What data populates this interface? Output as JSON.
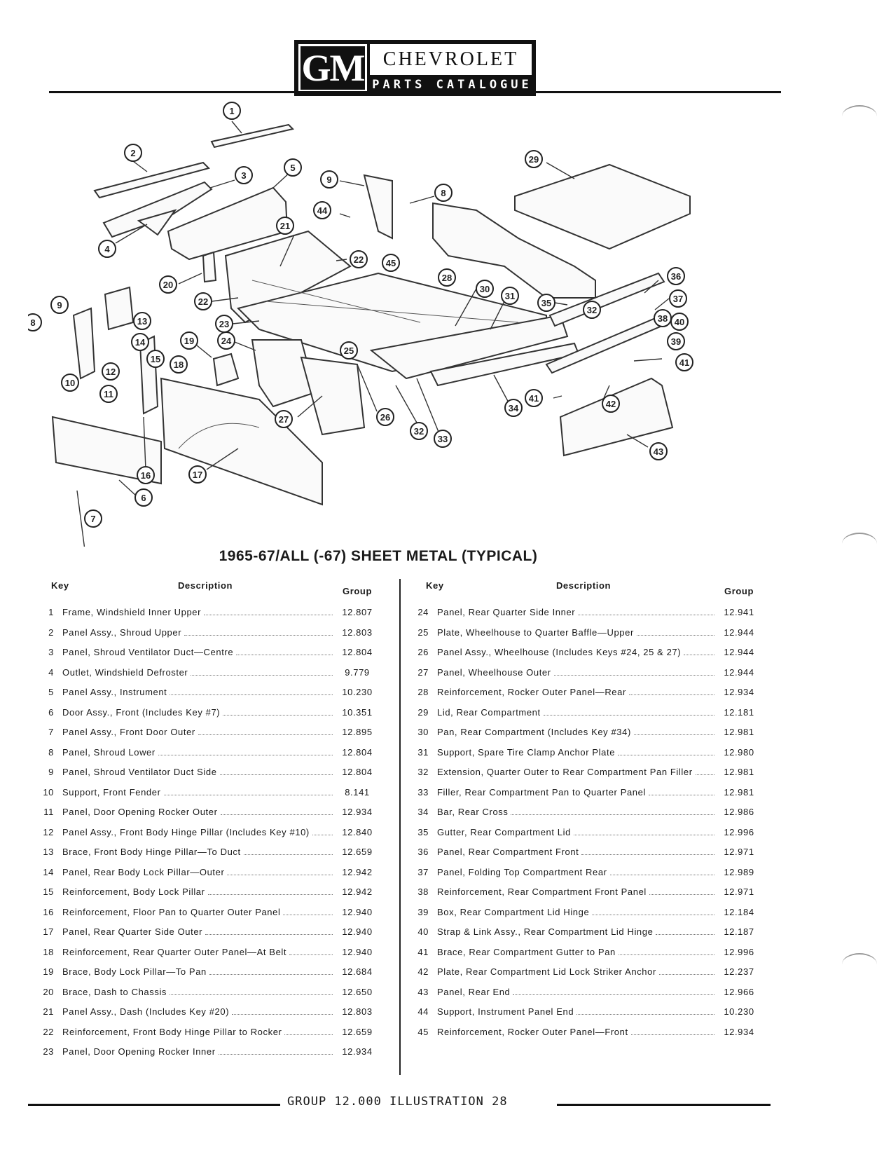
{
  "header": {
    "logo_text": "GM",
    "brand": "CHEVROLET",
    "subtitle": "PARTS CATALOGUE"
  },
  "figure": {
    "title": "1965-67/ALL (-67) SHEET METAL (TYPICAL)",
    "callouts": [
      "1",
      "2",
      "3",
      "4",
      "5",
      "6",
      "7",
      "8",
      "9",
      "10",
      "11",
      "12",
      "13",
      "14",
      "15",
      "16",
      "17",
      "18",
      "19",
      "20",
      "21",
      "22",
      "23",
      "24",
      "25",
      "26",
      "27",
      "28",
      "29",
      "30",
      "31",
      "32",
      "33",
      "34",
      "35",
      "36",
      "37",
      "38",
      "39",
      "40",
      "41",
      "42",
      "43",
      "44",
      "45"
    ]
  },
  "table_header": {
    "key": "Key",
    "description": "Description",
    "group": "Group"
  },
  "parts_left": [
    {
      "key": "1",
      "desc": "Frame, Windshield Inner Upper",
      "group": "12.807"
    },
    {
      "key": "2",
      "desc": "Panel Assy., Shroud Upper",
      "group": "12.803"
    },
    {
      "key": "3",
      "desc": "Panel, Shroud Ventilator Duct—Centre",
      "group": "12.804"
    },
    {
      "key": "4",
      "desc": "Outlet, Windshield Defroster",
      "group": "9.779"
    },
    {
      "key": "5",
      "desc": "Panel Assy., Instrument",
      "group": "10.230"
    },
    {
      "key": "6",
      "desc": "Door Assy., Front (Includes Key #7)",
      "group": "10.351"
    },
    {
      "key": "7",
      "desc": "Panel Assy., Front Door Outer",
      "group": "12.895"
    },
    {
      "key": "8",
      "desc": "Panel, Shroud Lower",
      "group": "12.804"
    },
    {
      "key": "9",
      "desc": "Panel, Shroud Ventilator Duct Side",
      "group": "12.804"
    },
    {
      "key": "10",
      "desc": "Support, Front Fender",
      "group": "8.141"
    },
    {
      "key": "11",
      "desc": "Panel, Door Opening Rocker Outer",
      "group": "12.934"
    },
    {
      "key": "12",
      "desc": "Panel Assy., Front Body Hinge Pillar (Includes Key #10)",
      "group": "12.840"
    },
    {
      "key": "13",
      "desc": "Brace, Front Body Hinge Pillar—To Duct",
      "group": "12.659"
    },
    {
      "key": "14",
      "desc": "Panel, Rear Body Lock Pillar—Outer",
      "group": "12.942"
    },
    {
      "key": "15",
      "desc": "Reinforcement, Body Lock Pillar",
      "group": "12.942"
    },
    {
      "key": "16",
      "desc": "Reinforcement, Floor Pan to Quarter Outer Panel",
      "group": "12.940"
    },
    {
      "key": "17",
      "desc": "Panel, Rear Quarter Side Outer",
      "group": "12.940"
    },
    {
      "key": "18",
      "desc": "Reinforcement, Rear Quarter Outer Panel—At Belt",
      "group": "12.940"
    },
    {
      "key": "19",
      "desc": "Brace, Body Lock Pillar—To Pan",
      "group": "12.684"
    },
    {
      "key": "20",
      "desc": "Brace, Dash to Chassis",
      "group": "12.650"
    },
    {
      "key": "21",
      "desc": "Panel Assy., Dash (Includes Key #20)",
      "group": "12.803"
    },
    {
      "key": "22",
      "desc": "Reinforcement, Front Body Hinge Pillar to Rocker",
      "group": "12.659"
    },
    {
      "key": "23",
      "desc": "Panel, Door Opening Rocker Inner",
      "group": "12.934"
    }
  ],
  "parts_right": [
    {
      "key": "24",
      "desc": "Panel, Rear Quarter Side Inner",
      "group": "12.941"
    },
    {
      "key": "25",
      "desc": "Plate, Wheelhouse to Quarter Baffle—Upper",
      "group": "12.944"
    },
    {
      "key": "26",
      "desc": "Panel Assy., Wheelhouse (Includes Keys #24, 25 & 27)",
      "group": "12.944"
    },
    {
      "key": "27",
      "desc": "Panel, Wheelhouse Outer",
      "group": "12.944"
    },
    {
      "key": "28",
      "desc": "Reinforcement, Rocker Outer Panel—Rear",
      "group": "12.934"
    },
    {
      "key": "29",
      "desc": "Lid, Rear Compartment",
      "group": "12.181"
    },
    {
      "key": "30",
      "desc": "Pan, Rear Compartment (Includes Key #34)",
      "group": "12.981"
    },
    {
      "key": "31",
      "desc": "Support, Spare Tire Clamp Anchor Plate",
      "group": "12.980"
    },
    {
      "key": "32",
      "desc": "Extension, Quarter Outer to Rear Compartment Pan Filler",
      "group": "12.981"
    },
    {
      "key": "33",
      "desc": "Filler, Rear Compartment Pan to Quarter Panel",
      "group": "12.981"
    },
    {
      "key": "34",
      "desc": "Bar, Rear Cross",
      "group": "12.986"
    },
    {
      "key": "35",
      "desc": "Gutter, Rear Compartment Lid",
      "group": "12.996"
    },
    {
      "key": "36",
      "desc": "Panel, Rear Compartment Front",
      "group": "12.971"
    },
    {
      "key": "37",
      "desc": "Panel, Folding Top Compartment Rear",
      "group": "12.989"
    },
    {
      "key": "38",
      "desc": "Reinforcement, Rear Compartment Front Panel",
      "group": "12.971"
    },
    {
      "key": "39",
      "desc": "Box, Rear Compartment Lid Hinge",
      "group": "12.184"
    },
    {
      "key": "40",
      "desc": "Strap & Link Assy., Rear Compartment Lid Hinge",
      "group": "12.187"
    },
    {
      "key": "41",
      "desc": "Brace, Rear Compartment Gutter to Pan",
      "group": "12.996"
    },
    {
      "key": "42",
      "desc": "Plate, Rear Compartment Lid Lock Striker Anchor",
      "group": "12.237"
    },
    {
      "key": "43",
      "desc": "Panel, Rear End",
      "group": "12.966"
    },
    {
      "key": "44",
      "desc": "Support, Instrument Panel End",
      "group": "10.230"
    },
    {
      "key": "45",
      "desc": "Reinforcement, Rocker Outer Panel—Front",
      "group": "12.934"
    }
  ],
  "footer": {
    "text": "GROUP 12.000  ILLUSTRATION 28"
  }
}
